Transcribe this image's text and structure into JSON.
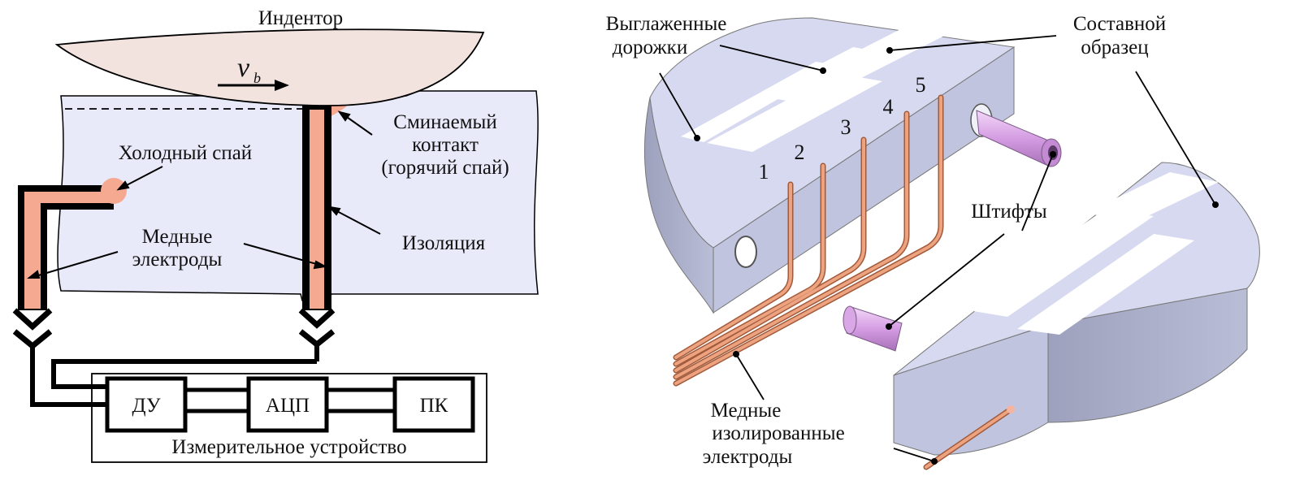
{
  "left_diagram": {
    "indenter_label": "Индентор",
    "velocity_symbol": "v",
    "velocity_subscript": "b",
    "crushed_contact_label": [
      "Сминаемый",
      "контакт",
      "(горячий спай)"
    ],
    "cold_junction_label": "Холодный спай",
    "copper_electrodes_label": [
      "Медные",
      "электроды"
    ],
    "insulation_label": "Изоляция",
    "blocks": [
      "ДУ",
      "АЦП",
      "ПК"
    ],
    "device_label": "Измерительное устройство",
    "colors": {
      "workpiece": "#e8eafa",
      "indenter": "#f3e3df",
      "copper": "#f4a990",
      "line": "#000000"
    }
  },
  "right_diagram": {
    "smoothed_tracks_label": [
      "Выглаженные",
      "дорожки"
    ],
    "composite_sample_label": [
      "Составной",
      "образец"
    ],
    "pins_label": "Штифты",
    "insulated_electrodes_label": [
      "Медные",
      "изолированные",
      "электроды"
    ],
    "electrode_numbers": [
      "1",
      "2",
      "3",
      "4",
      "5"
    ],
    "colors": {
      "block_top": "#d6d9ef",
      "block_side": "#a7abc6",
      "block_front": "#c0c4de",
      "track": "#ffffff",
      "pin": "#d9a6e6",
      "wire": "#e9a27c"
    }
  }
}
